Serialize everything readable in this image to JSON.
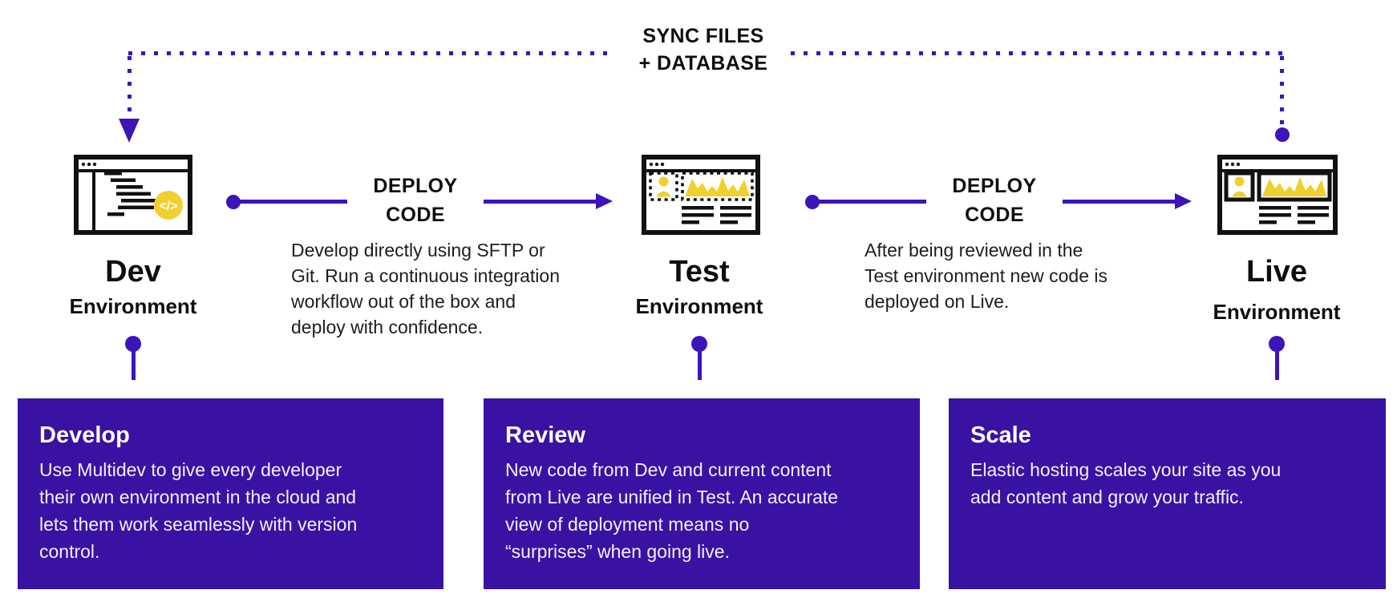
{
  "colors": {
    "card_purple": "#3A12A3",
    "connector_purple": "#3C14B8",
    "accent_yellow": "#F0D02F",
    "text_black": "#0e0e0e",
    "white": "#ffffff"
  },
  "sync": {
    "line1": "SYNC FILES",
    "line2": "+ DATABASE"
  },
  "flows": [
    {
      "label_line1": "DEPLOY",
      "label_line2": "CODE",
      "description": "Develop directly using SFTP or\nGit. Run a continuous integration\nworkflow out of the box and\ndeploy with confidence."
    },
    {
      "label_line1": "DEPLOY",
      "label_line2": "CODE",
      "description": "After being reviewed in the\nTest environment new code is\ndeployed on Live."
    }
  ],
  "environments": [
    {
      "name": "Dev",
      "type": "Environment",
      "icon": "code-browser-icon"
    },
    {
      "name": "Test",
      "type": "Environment",
      "icon": "wireframe-browser-icon"
    },
    {
      "name": "Live",
      "type": "Environment",
      "icon": "webpage-browser-icon"
    }
  ],
  "icons": {
    "code_glyph": "</>",
    "dev": "code-browser-icon",
    "test": "wireframe-browser-icon",
    "live": "webpage-browser-icon",
    "badge": "code-slash-icon",
    "person": "avatar-icon",
    "mountains": "image-chart-icon"
  },
  "cards": [
    {
      "title": "Develop",
      "body": "Use Multidev to give every developer\ntheir own environment in the cloud and\nlets them work seamlessly with version\ncontrol."
    },
    {
      "title": "Review",
      "body": "New code from Dev and current content\nfrom Live are unified in Test. An accurate\nview of deployment means no\n“surprises” when going live."
    },
    {
      "title": "Scale",
      "body": "Elastic hosting scales your site as you\nadd content and grow your traffic."
    }
  ]
}
